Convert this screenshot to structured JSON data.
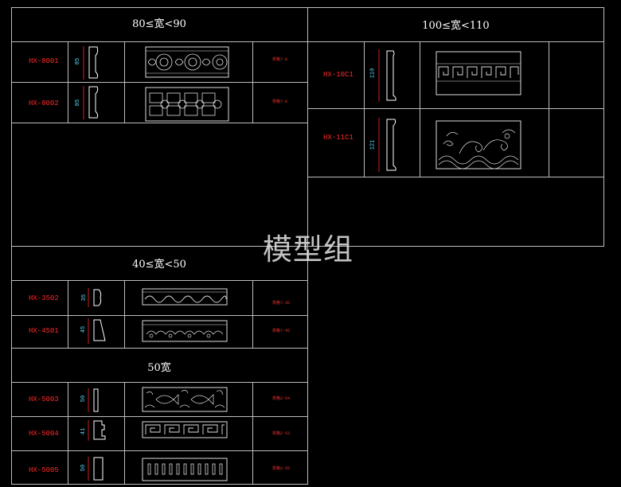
{
  "watermark": "模型组",
  "sections": {
    "s80": {
      "title": "80≤宽<90",
      "rows": [
        {
          "code": "HX-8001",
          "dim": "85",
          "tag": "规格7-8"
        },
        {
          "code": "HX-8002",
          "dim": "85",
          "tag": "规格7-8"
        }
      ]
    },
    "s100": {
      "title": "100≤宽<110",
      "rows": [
        {
          "code": "HX-10C1",
          "dim": "110",
          "tag": ""
        },
        {
          "code": "HX-11C1",
          "dim": "121",
          "tag": ""
        }
      ]
    },
    "s40": {
      "title": "40≤宽<50",
      "rows": [
        {
          "code": "HX-3502",
          "dim": "35",
          "tag": "规格7-35"
        },
        {
          "code": "HX-4501",
          "dim": "45",
          "tag": "规格7-45"
        }
      ]
    },
    "s50": {
      "title": "50宽",
      "rows": [
        {
          "code": "HX-5003",
          "dim": "50",
          "tag": "规格2-54"
        },
        {
          "code": "HX-5004",
          "dim": "41",
          "tag": "规格2-53"
        },
        {
          "code": "HX-5005",
          "dim": "50",
          "tag": "规格2-55"
        }
      ]
    }
  },
  "colors": {
    "background": "#000000",
    "lines": "#bdbdbd",
    "code": "#ff2a2a",
    "dimension": "#58e0ff"
  }
}
